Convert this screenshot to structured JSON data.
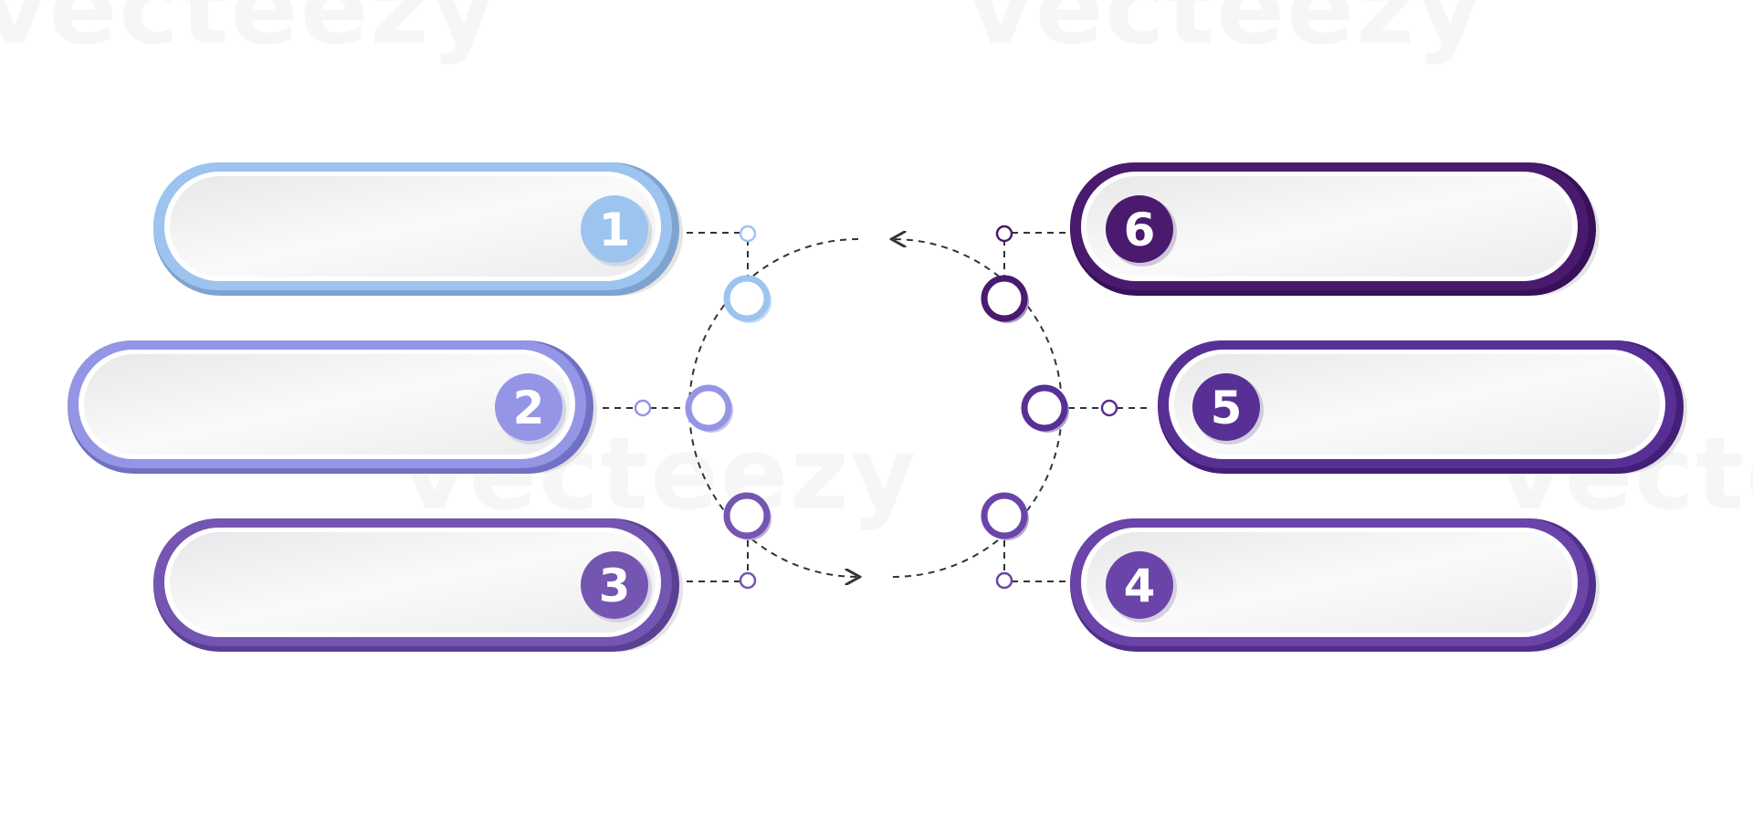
{
  "watermark_text": "vecteezy",
  "colors": {
    "step1": "#9cc4ef",
    "step2": "#9595e6",
    "step3": "#7455b2",
    "step4": "#6a44a8",
    "step5": "#583095",
    "step6": "#4a1a6e",
    "dash": "#333333"
  },
  "steps": [
    {
      "number": "1"
    },
    {
      "number": "2"
    },
    {
      "number": "3"
    },
    {
      "number": "4"
    },
    {
      "number": "5"
    },
    {
      "number": "6"
    }
  ]
}
